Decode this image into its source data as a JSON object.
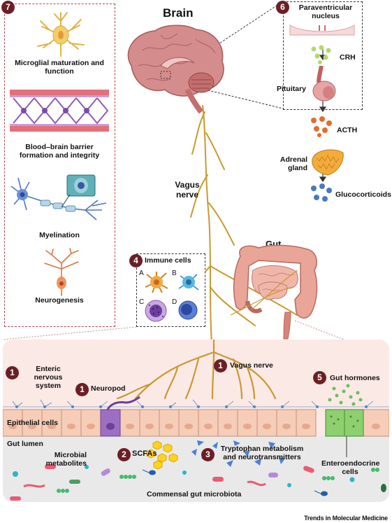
{
  "panel7": {
    "number": "7",
    "microglia": "Microglial maturation and function",
    "bbb": "Blood–brain barrier formation and integrity",
    "myelination": "Myelination",
    "neurogenesis": "Neurogenesis"
  },
  "brain_label": "Brain",
  "vagus_label": "Vagus nerve",
  "gut_label": "Gut",
  "panel6": {
    "number": "6",
    "paraventricular": "Paraventricular nucleus",
    "crh": "CRH",
    "pituitary": "Pituitary",
    "acth": "ACTH",
    "adrenal": "Adrenal gland",
    "glucocorticoids": "Glucocorticoids"
  },
  "panel4": {
    "number": "4",
    "title": "Immune cells",
    "a": "A",
    "b": "B",
    "c": "C",
    "d": "D"
  },
  "lower": {
    "enteric_number": "1",
    "enteric": "Enteric nervous system",
    "neuropod_number": "1",
    "neuropod": "Neuropod",
    "vagus_number": "1",
    "vagus": "Vagus nerve",
    "gut_hormones_number": "5",
    "gut_hormones": "Gut hormones",
    "epithelial": "Epithelial cells",
    "gut_lumen": "Gut lumen",
    "microbial_metabolites": "Microbial metabolites",
    "scfa_number": "2",
    "scfas": "SCFAs",
    "trp_number": "3",
    "tryptophan": "Tryptophan metabolism and neurotransmitters",
    "enteroendocrine": "Enteroendocrine cells",
    "microbiota": "Commensal gut microbiota"
  },
  "footer": "Trends in Molecular Medicine",
  "colors": {
    "number_badge": "#6b1f24",
    "nerve": "#c99a2e",
    "panel_border": "#b8434b",
    "brain": "#d58c8c",
    "gut": "#e9a597",
    "lower_bg": "#fbe9e6"
  }
}
